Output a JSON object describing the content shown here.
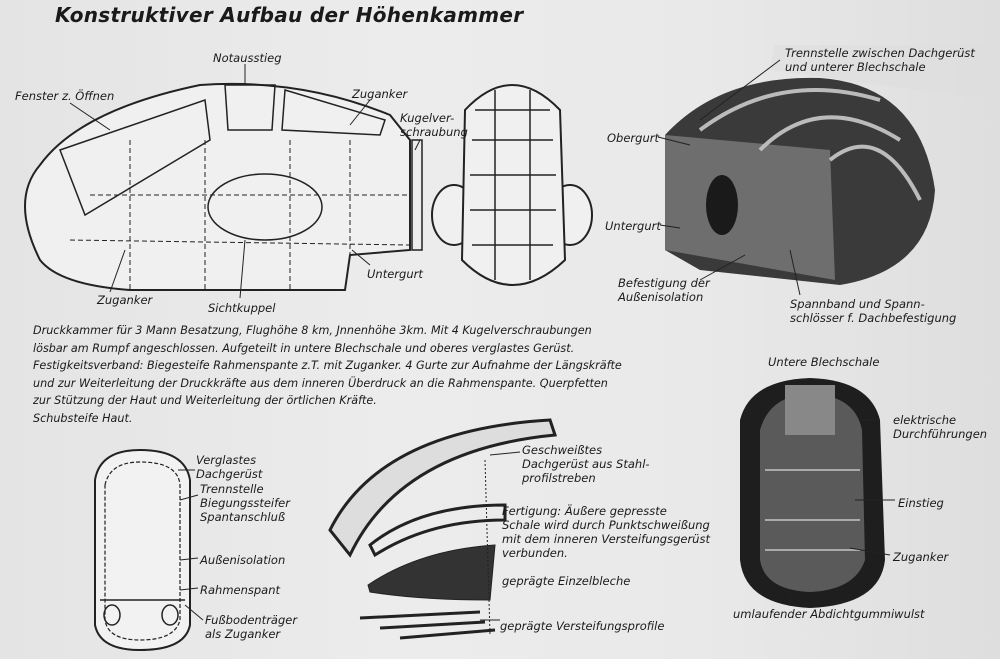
{
  "title": "Konstruktiver Aufbau der Höhenkammer",
  "description": [
    "Druckkammer für 3 Mann Besatzung, Flughöhe 8 km, Jnnenhöhe 3km. Mit 4 Kugelverschraubungen",
    "lösbar am Rumpf angeschlossen. Aufgeteilt in untere Blechschale und oberes verglastes Gerüst.",
    "Festigkeitsverband: Biegesteife Rahmenspante z.T. mit Zuganker. 4 Gurte zur Aufnahme der Längskräfte",
    "und zur Weiterleitung der Druckkräfte aus dem inneren Überdruck an die Rahmenspante. Querpfetten",
    "zur Stützung der Haut und Weiterleitung der örtlichen Kräfte.",
    "Schubsteife Haut."
  ],
  "side_view": {
    "notausstieg": "Notausstieg",
    "fenster": "Fenster z. Öffnen",
    "zuganker_top": "Zuganker",
    "kugel": [
      "Kugelver-",
      "schraubung"
    ],
    "untergurt": "Untergurt",
    "zuganker_bottom": "Zuganker",
    "sichtkuppel": "Sichtkuppel"
  },
  "photo_top": {
    "trennstelle": [
      "Trennstelle zwischen Dachgerüst",
      "und unterer Blechschale"
    ],
    "obergurt": "Obergurt",
    "untergurt": "Untergurt",
    "befestigung": [
      "Befestigung der",
      "Außenisolation"
    ],
    "spannband": [
      "Spannband und Spann-",
      "schlösser f. Dachbefestigung"
    ]
  },
  "photo_lower": {
    "title": "Untere Blechschale",
    "elektrische": [
      "elektrische",
      "Durchführungen"
    ],
    "einstieg": "Einstieg",
    "zuganker": "Zuganker",
    "wulst": "umlaufender Abdichtgummiwulst"
  },
  "section_view": {
    "verglastes": [
      "Verglastes",
      "Dachgerüst"
    ],
    "trennstelle": [
      "Trennstelle",
      "Biegungssteifer",
      "Spantanschluß"
    ],
    "aussenisolation": "Außenisolation",
    "rahmenspant": "Rahmenspant",
    "fussboden": [
      "Fußbodenträger",
      "als Zuganker"
    ]
  },
  "exploded_view": {
    "geschweisst": [
      "Geschweißtes",
      "Dachgerüst aus Stahl-",
      "profilstreben"
    ],
    "fertigung": [
      "Fertigung: Äußere gepresste",
      "Schale wird durch Punktschweißung",
      "mit dem inneren Versteifungsgerüst",
      "verbunden."
    ],
    "einzelbleche": "geprägte Einzelbleche",
    "versteifung": "geprägte Versteifungsprofile"
  }
}
